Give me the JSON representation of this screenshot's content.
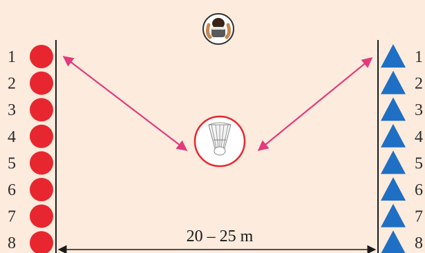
{
  "diagram": {
    "left_team": {
      "marker": "circle",
      "color": "#e8262f",
      "labels": [
        "1",
        "2",
        "3",
        "4",
        "5",
        "6",
        "7",
        "8"
      ]
    },
    "right_team": {
      "marker": "triangle",
      "color": "#1f6fc4",
      "labels": [
        "1",
        "2",
        "3",
        "4",
        "5",
        "6",
        "7",
        "8"
      ]
    },
    "distance_label": "20 – 25 m",
    "arrow_color": "#e23a7c",
    "target_ring_color": "#e8262f",
    "icons": {
      "referee": "person-arms-raised-icon",
      "shuttlecock": "shuttlecock-icon"
    }
  }
}
